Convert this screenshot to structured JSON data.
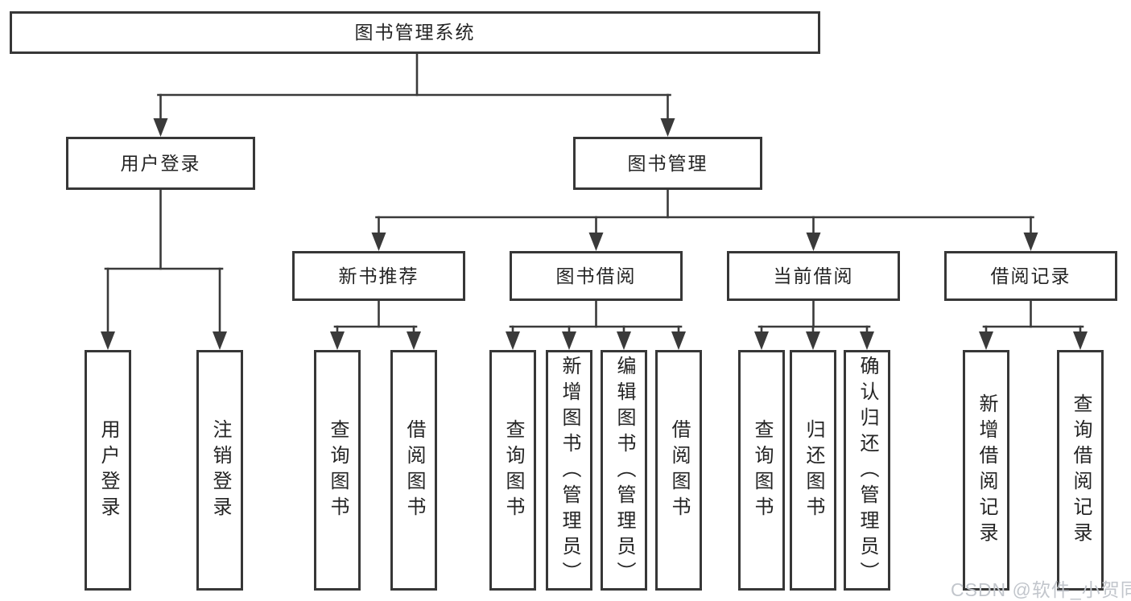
{
  "diagram_type": "hierarchy",
  "colors": {
    "background": "#ffffff",
    "line": "#3a3a3a",
    "box_border": "#373737",
    "text": "#242424",
    "watermark": "#c2c6cc"
  },
  "tree": {
    "label": "图书管理系统",
    "children": [
      {
        "label": "用户登录",
        "children": [
          {
            "label": "用户登录"
          },
          {
            "label": "注销登录"
          }
        ]
      },
      {
        "label": "图书管理",
        "children": [
          {
            "label": "新书推荐",
            "children": [
              {
                "label": "查询图书"
              },
              {
                "label": "借阅图书"
              }
            ]
          },
          {
            "label": "图书借阅",
            "children": [
              {
                "label": "查询图书"
              },
              {
                "label": "新增图书（管理员）"
              },
              {
                "label": "编辑图书（管理员）"
              },
              {
                "label": "借阅图书"
              }
            ]
          },
          {
            "label": "当前借阅",
            "children": [
              {
                "label": "查询图书"
              },
              {
                "label": "归还图书"
              },
              {
                "label": "确认归还（管理员）"
              }
            ]
          },
          {
            "label": "借阅记录",
            "children": [
              {
                "label": "新增借阅记录"
              },
              {
                "label": "查询借阅记录"
              }
            ]
          }
        ]
      }
    ]
  },
  "watermark": {
    "text": "CSDN @软件_小贺同学"
  }
}
